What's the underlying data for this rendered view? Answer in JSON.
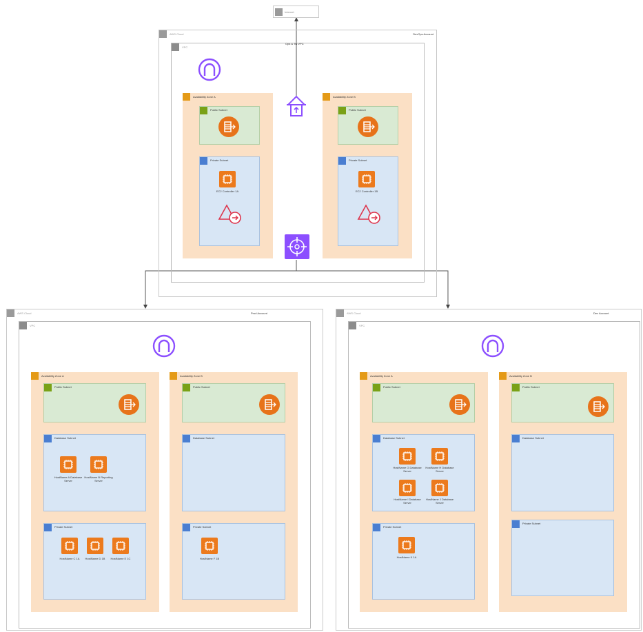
{
  "internet": {
    "label": "Internet"
  },
  "devops": {
    "cloud_label": "AWS Cloud",
    "account_label": "DevOps Account",
    "vpc_label": "VPC",
    "vpc_title": "Ops & Tst VPC",
    "az_a": {
      "label": "Availability Zone A",
      "public": "Public Subnet",
      "private": "Private Subnet",
      "server": "EC2 Controller 1A"
    },
    "az_b": {
      "label": "Availability Zone B",
      "public": "Public Subnet",
      "private": "Private Subnet",
      "server": "EC2 Controller 1B"
    }
  },
  "prod": {
    "cloud_label": "AWS Cloud",
    "account_label": "Prod Account",
    "vpc_label": "VPC",
    "az_a": {
      "label": "Availability Zone A",
      "public": "Public Subnet",
      "database": "Database Subnet",
      "private": "Private Subnet",
      "db_servers": [
        "HostName A Database Server",
        "HostName B Reporting Server"
      ],
      "app_servers": [
        "HostName C 1A",
        "HostName D 1B",
        "HostName E 1C"
      ]
    },
    "az_b": {
      "label": "Availability Zone B",
      "public": "Public Subnet",
      "database": "Database Subnet",
      "private": "Private Subnet",
      "app_servers": [
        "HostName F 1B"
      ]
    }
  },
  "dev": {
    "cloud_label": "AWS Cloud",
    "account_label": "Dev Account",
    "vpc_label": "VPC",
    "az_a": {
      "label": "Availability Zone A",
      "public": "Public Subnet",
      "database": "Database Subnet",
      "private": "Private Subnet",
      "db_servers": [
        "HostName G Database Server",
        "HostName H Database Server",
        "HostName I Database Server",
        "HostName J Database Server"
      ],
      "app_servers": [
        "HostName K 1A"
      ]
    },
    "az_b": {
      "label": "Availability Zone B",
      "public": "Public Subnet",
      "database": "Database Subnet",
      "private": "Private Subnet"
    }
  },
  "colors": {
    "az_fill": "#fbe0c5",
    "public_fill": "#d9ead3",
    "private_fill": "#d8e6f5",
    "compute": "#ec7a1c",
    "network": "#8c4fff",
    "security": "#dd344c"
  },
  "icons": [
    "vpc-peering-icon",
    "internet-gateway-icon",
    "nat-gateway-icon",
    "ec2-instance-icon",
    "alert-target-icon",
    "transit-gateway-icon"
  ]
}
